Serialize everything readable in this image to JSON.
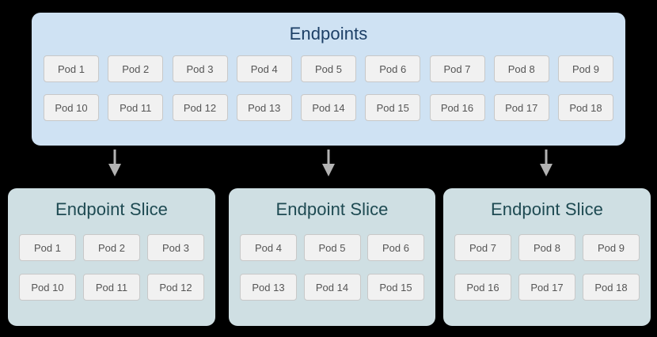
{
  "colors": {
    "background": "#000000",
    "endpoints_panel_fill": "#cfe2f3",
    "endpoints_title_color": "#1c3f66",
    "slice_panel_fill": "#cfdfe3",
    "slice_title_color": "#1e4a52",
    "pod_fill": "#f1f1f1",
    "pod_border": "#c8c8c8",
    "pod_text": "#555555",
    "arrow_color": "#b3b3b3"
  },
  "endpoints": {
    "title": "Endpoints",
    "rows": [
      [
        "Pod 1",
        "Pod 2",
        "Pod 3",
        "Pod 4",
        "Pod 5",
        "Pod 6",
        "Pod 7",
        "Pod 8",
        "Pod 9"
      ],
      [
        "Pod 10",
        "Pod 11",
        "Pod 12",
        "Pod 13",
        "Pod 14",
        "Pod 15",
        "Pod 16",
        "Pod 17",
        "Pod 18"
      ]
    ]
  },
  "arrows": [
    {
      "name": "arrow-to-slice-1"
    },
    {
      "name": "arrow-to-slice-2"
    },
    {
      "name": "arrow-to-slice-3"
    }
  ],
  "slices": [
    {
      "title": "Endpoint Slice",
      "rows": [
        [
          "Pod 1",
          "Pod 2",
          "Pod 3"
        ],
        [
          "Pod 10",
          "Pod 11",
          "Pod 12"
        ]
      ]
    },
    {
      "title": "Endpoint Slice",
      "rows": [
        [
          "Pod 4",
          "Pod 5",
          "Pod 6"
        ],
        [
          "Pod 13",
          "Pod 14",
          "Pod 15"
        ]
      ]
    },
    {
      "title": "Endpoint Slice",
      "rows": [
        [
          "Pod 7",
          "Pod 8",
          "Pod 9"
        ],
        [
          "Pod 16",
          "Pod 17",
          "Pod 18"
        ]
      ]
    }
  ]
}
